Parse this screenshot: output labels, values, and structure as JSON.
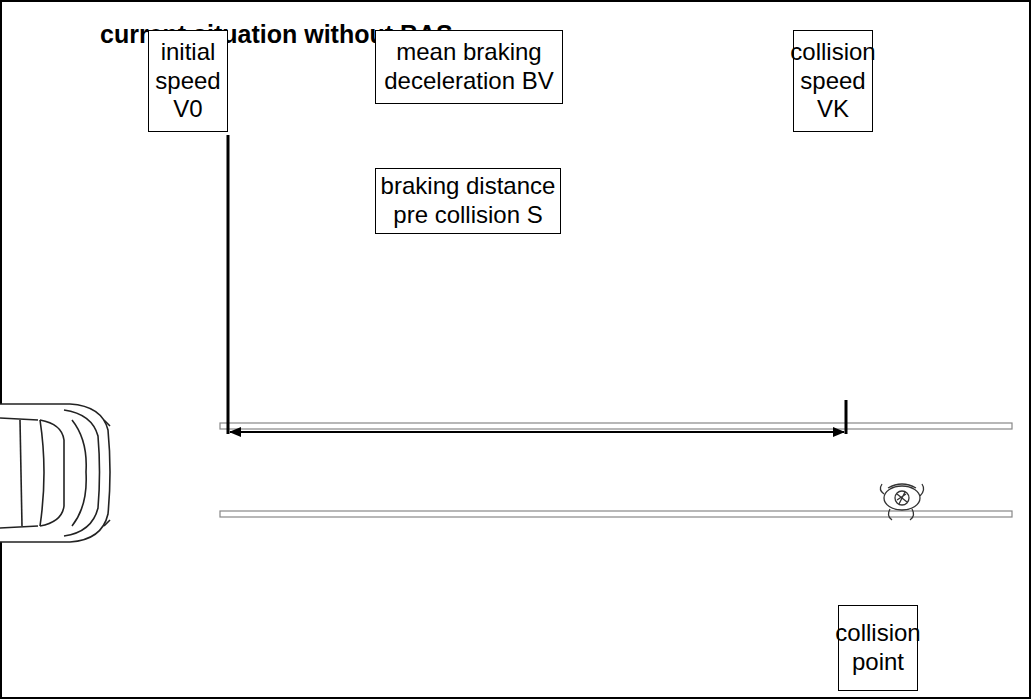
{
  "diagram": {
    "title": "current situation without BAS",
    "nodes": [
      {
        "text": [
          "initial speed V0"
        ]
      },
      {
        "text": [
          "mean braking deceleration BV"
        ]
      },
      {
        "text": [
          "collision speed VK"
        ]
      },
      {
        "text": [
          "braking distance pre collision S"
        ]
      },
      {
        "text": [
          "collision point"
        ]
      }
    ]
  }
}
